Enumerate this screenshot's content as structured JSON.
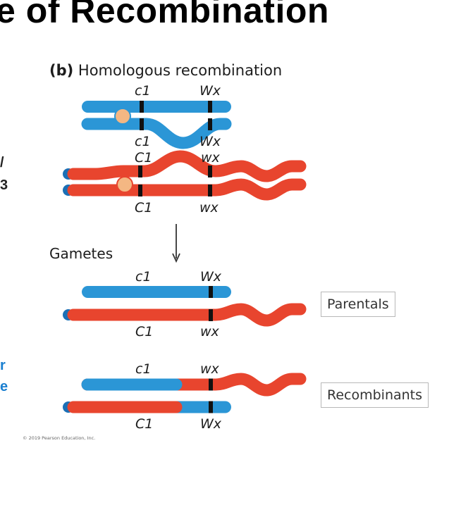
{
  "slide_title": "e of Recombination",
  "side_text": {
    "line1": "/",
    "line2": "3",
    "blue1": "r",
    "blue2": "e"
  },
  "panel": {
    "letter": "(b)",
    "heading": "Homologous recombination"
  },
  "labels": {
    "top_c1_upper": "c1",
    "top_Wx_upper": "Wx",
    "top_c1_lower": "c1",
    "top_Wx_lower": "Wx",
    "top_C1_upper": "C1",
    "top_wx_upper": "wx",
    "top_C1_lower": "C1",
    "top_wx_lower": "wx",
    "par_c1": "c1",
    "par_Wx": "Wx",
    "par_C1": "C1",
    "par_wx": "wx",
    "rec_c1": "c1",
    "rec_wx": "wx",
    "rec_C1": "C1",
    "rec_Wx": "Wx"
  },
  "gametes_label": "Gametes",
  "parentals_label": "Parentals",
  "recombinants_label": "Recombinants",
  "copyright": "© 2019 Pearson Education, Inc.",
  "colors": {
    "blue": "#2b96d6",
    "red": "#e8452e",
    "knob": "#1b6fb5",
    "centromere": "#f4b783",
    "band": "#111111"
  }
}
